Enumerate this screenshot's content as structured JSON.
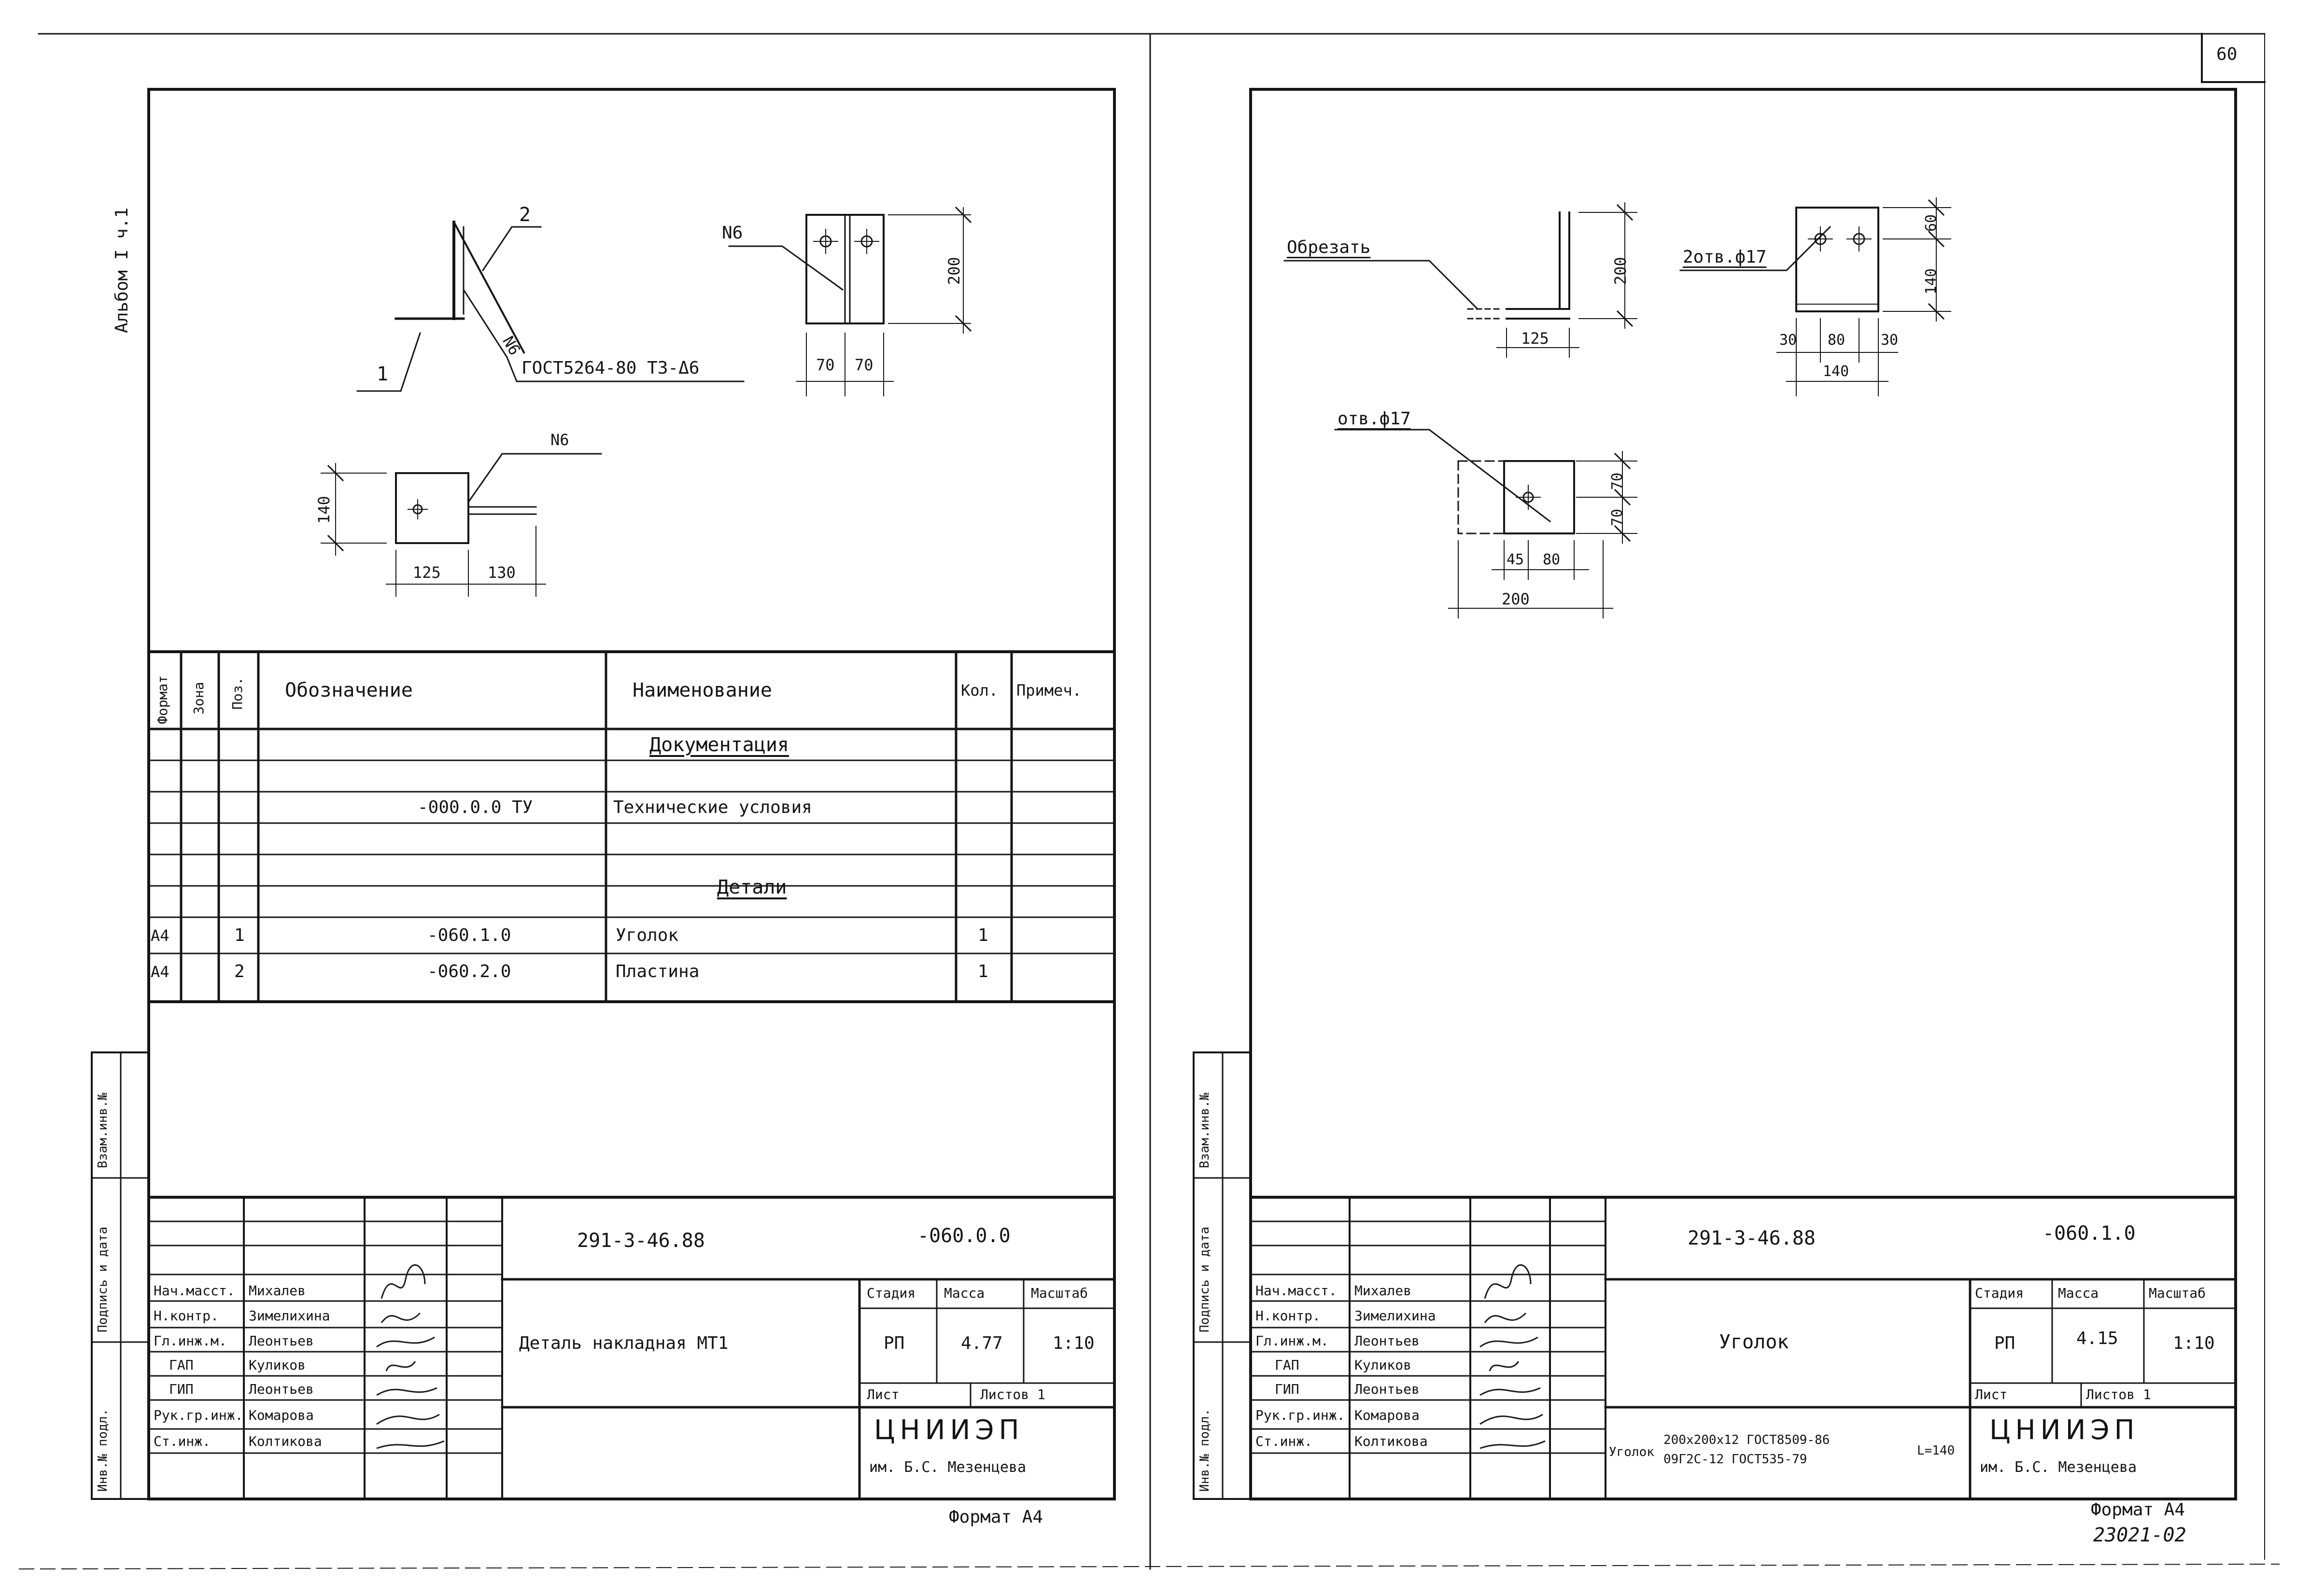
{
  "page": {
    "number": "60",
    "album_label": "Альбом I ч.1",
    "inventory_fields": [
      "Инв.№ подл.",
      "Подпись и дата",
      "Взам.инв.№"
    ],
    "footer_code": "23021-02"
  },
  "left_sheet": {
    "drawing_labels": {
      "pos2": "2",
      "pos1": "1",
      "weld_n6_diag": "N6",
      "weld_n6_top": "N6",
      "weld_n6_bottom": "N6",
      "gost": "ГОСТ5264-80 Т3-Δ6",
      "dim_200": "200",
      "dim_70a": "70",
      "dim_70b": "70",
      "dim_140": "140",
      "dim_125": "125",
      "dim_130": "130"
    },
    "spec_table": {
      "headers": {
        "format": "Формат",
        "zone": "Зона",
        "pos": "Поз.",
        "designation": "Обозначение",
        "name": "Наименование",
        "qty": "Кол.",
        "note": "Примеч."
      },
      "rows": [
        {
          "format": "",
          "pos": "",
          "designation": "",
          "name": "Документация",
          "qty": "",
          "section": true
        },
        {
          "format": "",
          "pos": "",
          "designation": "-000.0.0 ТУ",
          "name": "Технические условия",
          "qty": ""
        },
        {
          "format": "",
          "pos": "",
          "designation": "",
          "name": "",
          "qty": ""
        },
        {
          "format": "",
          "pos": "",
          "designation": "",
          "name": "Детали",
          "qty": "",
          "section": true
        },
        {
          "format": "А4",
          "pos": "1",
          "designation": "-060.1.0",
          "name": "Уголок",
          "qty": "1"
        },
        {
          "format": "А4",
          "pos": "2",
          "designation": "-060.2.0",
          "name": "Пластина",
          "qty": "1"
        }
      ]
    },
    "title_block": {
      "project_code": "291-3-46.88",
      "doc_code": "-060.0.0",
      "title": "Деталь накладная МТ1",
      "stage_label": "Стадия",
      "mass_label": "Масса",
      "scale_label": "Масштаб",
      "stage": "РП",
      "mass": "4.77",
      "scale": "1:10",
      "sheet_label": "Лист",
      "sheets_label": "Листов 1",
      "org_name": "ЦНИИЭП",
      "org_sub": "им. Б.С. Мезенцева",
      "roles": [
        "Нач.масст.",
        "Н.контр.",
        "Гл.инж.м.",
        "ГАП",
        "ГИП",
        "Рук.гр.инж.",
        "Ст.инж."
      ],
      "names": [
        "Михалев",
        "Зимелихина",
        "Леонтьев",
        "Куликов",
        "Леонтьев",
        "Комарова",
        "Колтикова"
      ]
    },
    "format_label": "Формат А4"
  },
  "right_sheet": {
    "drawing_labels": {
      "cut_off": "Обрезать",
      "dim_200": "200",
      "dim_125": "125",
      "holes_2": "2отв.ф17",
      "dim_60": "60",
      "dim_140v": "140",
      "dim_30a": "30",
      "dim_80": "80",
      "dim_30b": "30",
      "dim_140h": "140",
      "hole_1": "отв.ф17",
      "dim_70a": "70",
      "dim_70b": "70",
      "dim_45": "45",
      "dim_80b": "80",
      "dim_200b": "200"
    },
    "title_block": {
      "project_code": "291-3-46.88",
      "doc_code": "-060.1.0",
      "title": "Уголок",
      "stage_label": "Стадия",
      "mass_label": "Масса",
      "scale_label": "Масштаб",
      "stage": "РП",
      "mass": "4.15",
      "scale": "1:10",
      "sheet_label": "Лист",
      "sheets_label": "Листов 1",
      "material_prefix": "Уголок",
      "material_line1": "200x200x12 ГОСТ8509-86",
      "material_line2": "09Г2С-12 ГОСТ535-79",
      "material_length": "L=140",
      "org_name": "ЦНИИЭП",
      "org_sub": "им. Б.С. Мезенцева",
      "roles": [
        "Нач.масст.",
        "Н.контр.",
        "Гл.инж.м.",
        "ГАП",
        "ГИП",
        "Рук.гр.инж.",
        "Ст.инж."
      ],
      "names": [
        "Михалев",
        "Зимелихина",
        "Леонтьев",
        "Куликов",
        "Леонтьев",
        "Комарова",
        "Колтикова"
      ]
    },
    "format_label": "Формат А4"
  }
}
